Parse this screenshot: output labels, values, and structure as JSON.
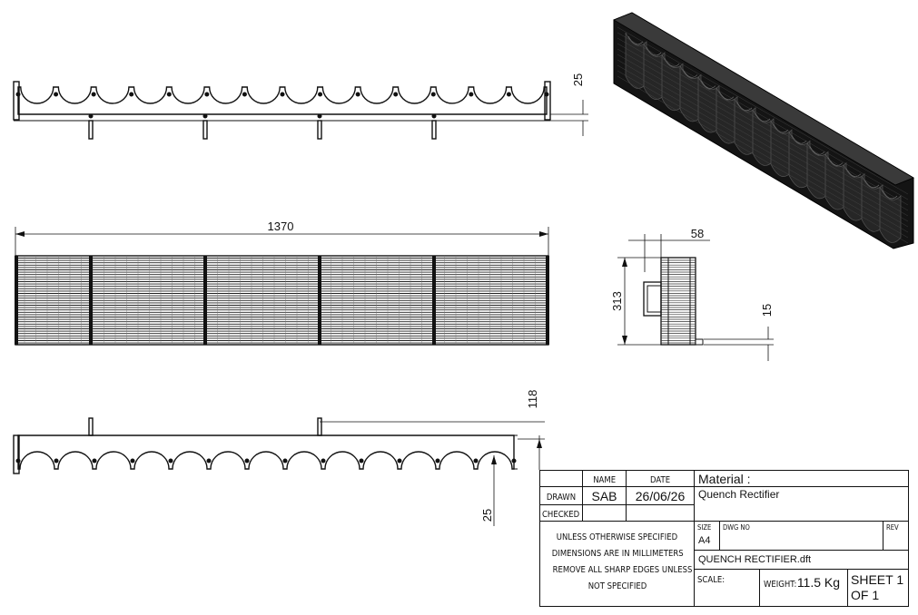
{
  "dimensions": {
    "top_view_height": "25",
    "overall_length": "1370",
    "side_depth": "58",
    "side_height": "313",
    "side_foot": "15",
    "bottom_view_height": "118",
    "bottom_view_offset": "25"
  },
  "title_block": {
    "col_name": "NAME",
    "col_date": "DATE",
    "drawn_label": "DRAWN",
    "drawn_name": "SAB",
    "drawn_date": "26/06/26",
    "checked_label": "CHECKED",
    "material_label": "Material :",
    "title": "Quench Rectifier",
    "notes": [
      "UNLESS OTHERWISE SPECIFIED",
      "DIMENSIONS ARE IN MILLIMETERS",
      "REMOVE ALL SHARP EDGES UNLESS",
      "NOT SPECIFIED"
    ],
    "size_label": "SIZE",
    "size_value": "A4",
    "dwg_no_label": "DWG NO",
    "rev_label": "REV",
    "file_name": "QUENCH RECTIFIER.dft",
    "scale_label": "SCALE:",
    "weight_label": "WEIGHT:",
    "weight_value": "11.5 Kg",
    "sheet_line1": "SHEET 1",
    "sheet_line2": "OF 1"
  }
}
